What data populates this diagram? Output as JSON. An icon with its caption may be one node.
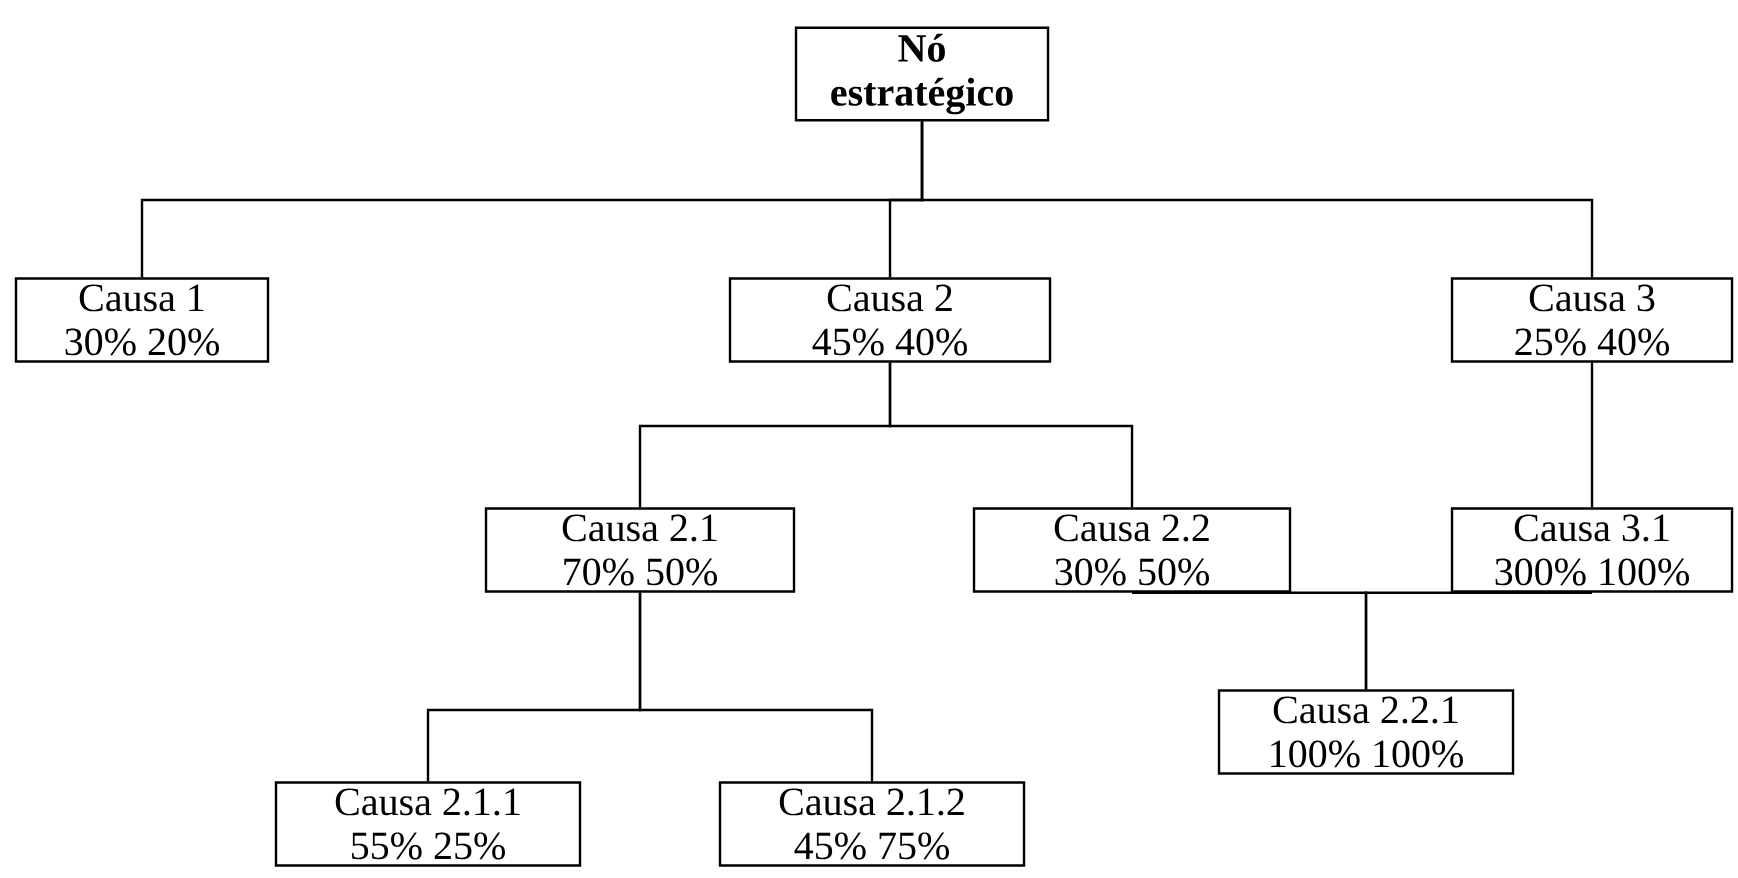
{
  "diagram": {
    "nodes": [
      {
        "text": [
          "Nó estratégico"
        ]
      },
      {
        "text": [
          "Causa 1",
          "30% 20%"
        ]
      },
      {
        "text": [
          "Causa 2",
          "45% 40%"
        ]
      },
      {
        "text": [
          "Causa 3",
          "25% 40%"
        ]
      },
      {
        "text": [
          "Causa 2.1",
          "70% 50%"
        ]
      },
      {
        "text": [
          "Causa 2.2",
          "30% 50%"
        ]
      },
      {
        "text": [
          "Causa 3.1",
          "300% 100%"
        ]
      },
      {
        "text": [
          "Causa 2.2.1",
          "100% 100%"
        ]
      },
      {
        "text": [
          "Causa 2.1.1",
          "55% 25%"
        ]
      },
      {
        "text": [
          "Causa 2.1.2",
          "45% 75%"
        ]
      }
    ],
    "edges": [
      {
        "from": 0,
        "to": 1,
        "arrow": "none"
      },
      {
        "from": 0,
        "to": 2,
        "arrow": "none"
      },
      {
        "from": 0,
        "to": 3,
        "arrow": "none"
      },
      {
        "from": 2,
        "to": 4,
        "arrow": "none"
      },
      {
        "from": 2,
        "to": 5,
        "arrow": "none"
      },
      {
        "from": 3,
        "to": 6,
        "arrow": "none"
      },
      {
        "from": 5,
        "to": 7,
        "arrow": "none"
      },
      {
        "from": 6,
        "to": 7,
        "arrow": "none"
      },
      {
        "from": 4,
        "to": 8,
        "arrow": "none"
      },
      {
        "from": 4,
        "to": 9,
        "arrow": "none"
      }
    ]
  }
}
